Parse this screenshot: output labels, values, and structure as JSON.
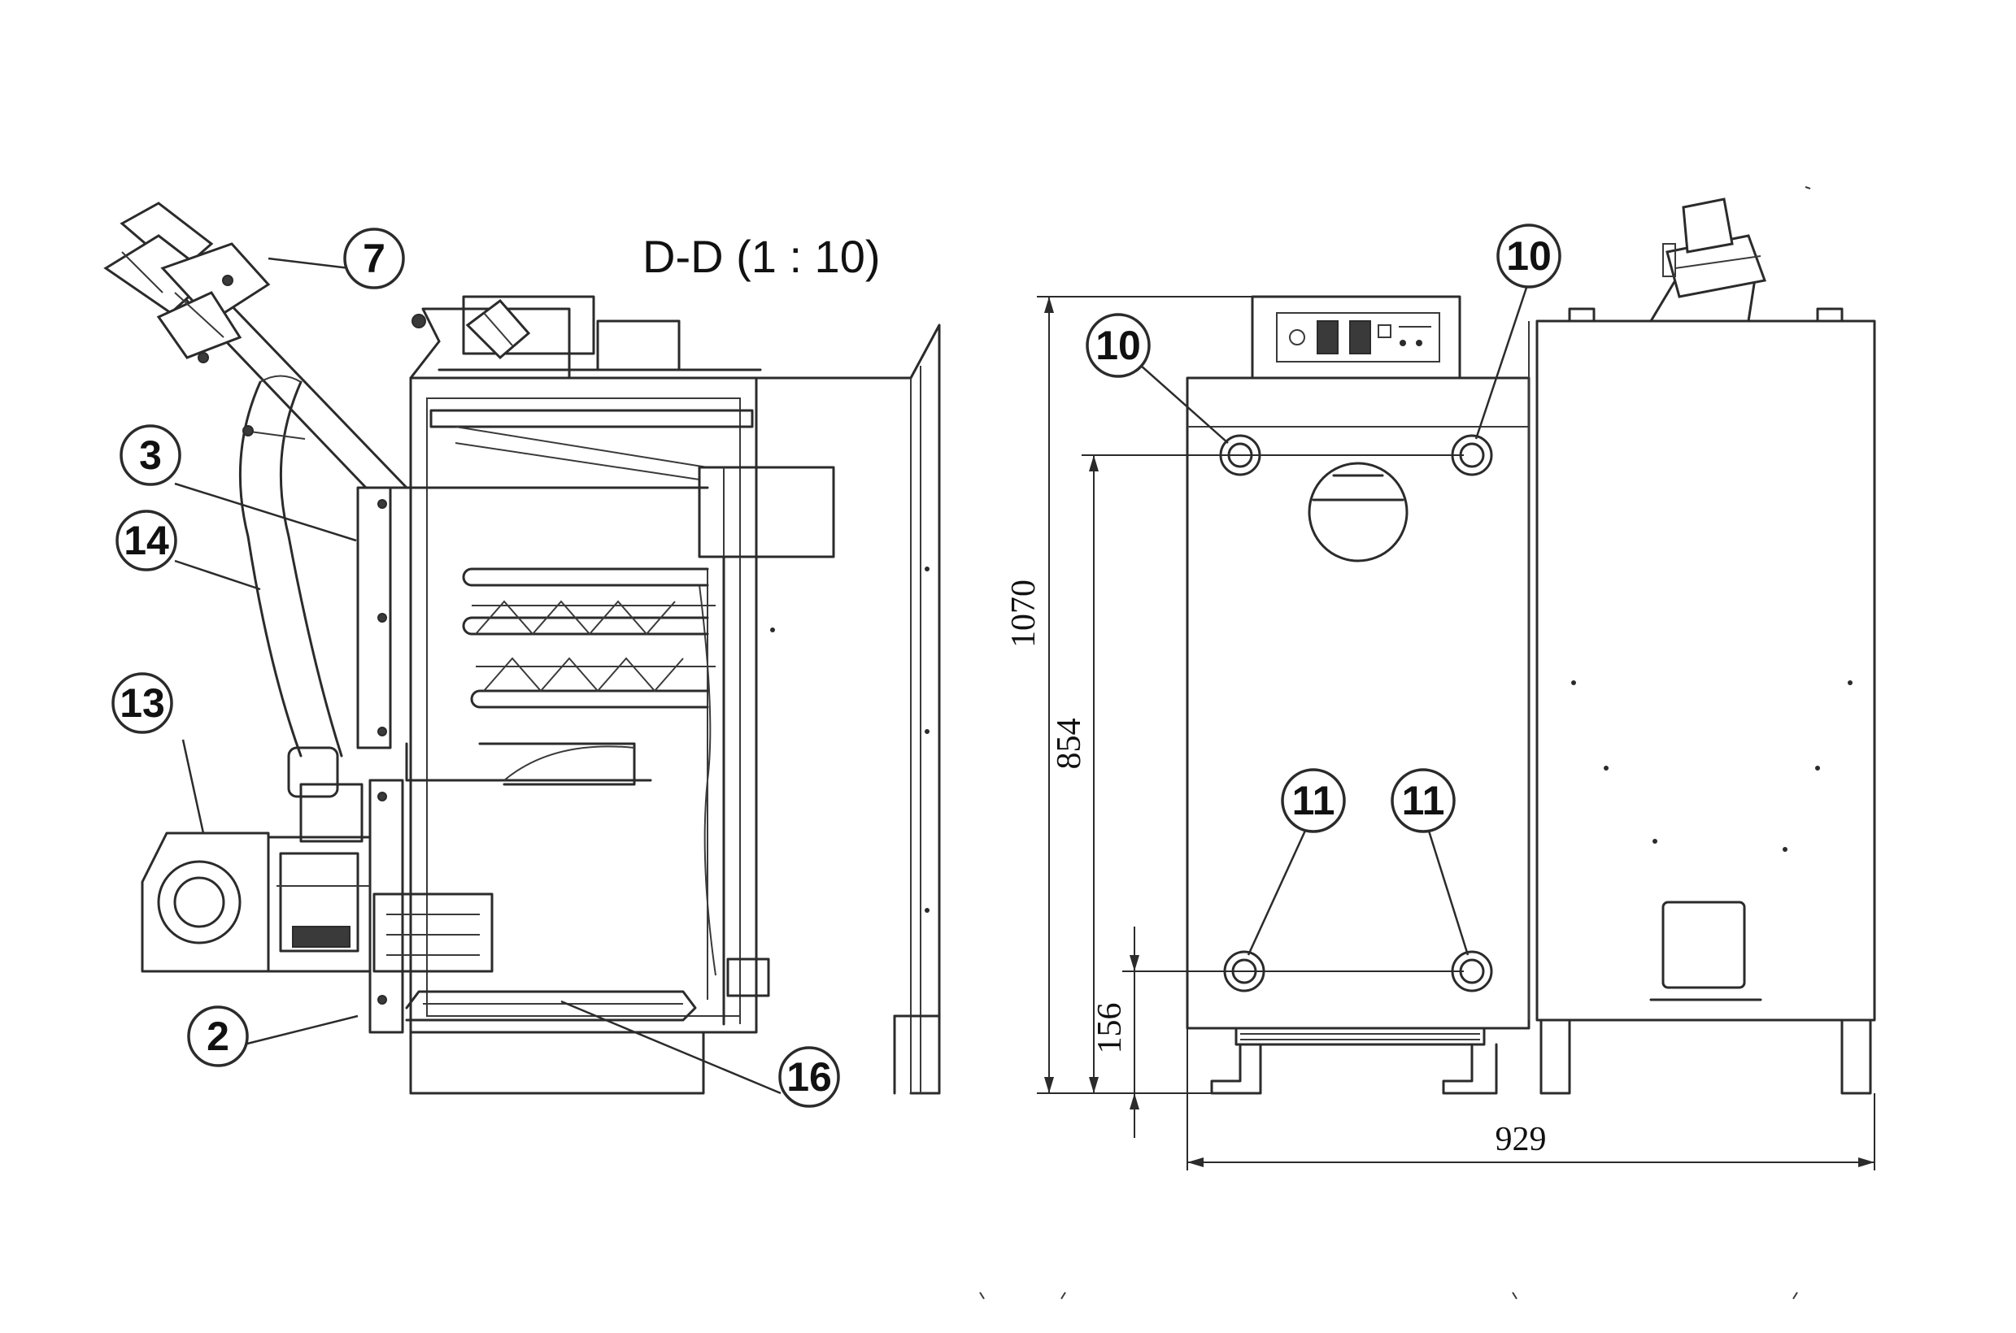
{
  "section_title": "D-D (1 : 10)",
  "callouts": {
    "c2": "2",
    "c3": "3",
    "c7": "7",
    "c10a": "10",
    "c10b": "10",
    "c11a": "11",
    "c11b": "11",
    "c13": "13",
    "c14": "14",
    "c16": "16"
  },
  "dimensions": {
    "height_total": "1070",
    "height_upper_port": "854",
    "height_lower_port": "156",
    "width_total": "929"
  }
}
